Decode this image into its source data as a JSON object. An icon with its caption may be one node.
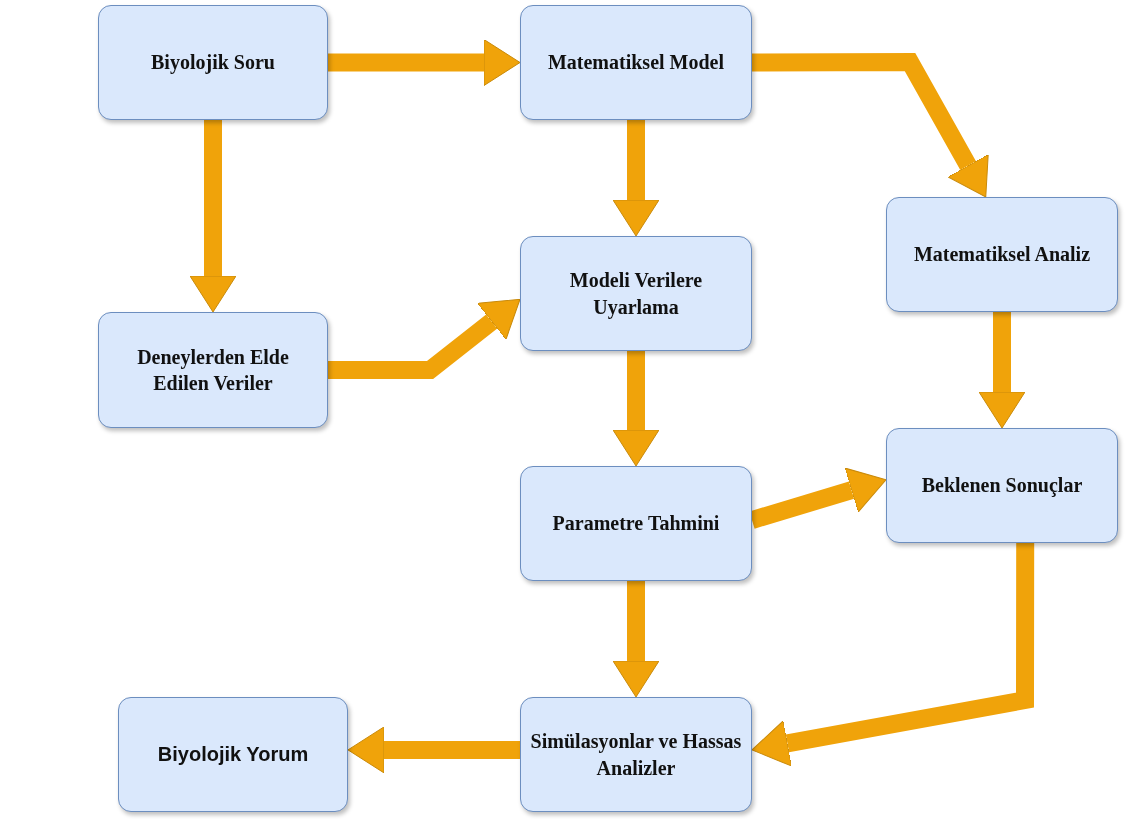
{
  "diagram": {
    "nodes": [
      {
        "text": [
          "Biyolojik Soru"
        ]
      },
      {
        "text": [
          "Matematiksel Model"
        ]
      },
      {
        "text": [
          "Deneylerden Elde Edilen Veriler"
        ]
      },
      {
        "text": [
          "Modeli Verilere Uyarlama"
        ]
      },
      {
        "text": [
          "Matematiksel Analiz"
        ]
      },
      {
        "text": [
          "Parametre Tahmini"
        ]
      },
      {
        "text": [
          "Beklenen Sonuçlar"
        ]
      },
      {
        "text": [
          "Biyolojik Yorum"
        ]
      },
      {
        "text": [
          "Simülasyonlar ve Hassas Analizler"
        ]
      }
    ],
    "edges": [
      {
        "from": 0,
        "to": 1,
        "arrow": "to"
      },
      {
        "from": 0,
        "to": 2,
        "arrow": "to"
      },
      {
        "from": 1,
        "to": 3,
        "arrow": "to"
      },
      {
        "from": 1,
        "to": 4,
        "arrow": "to"
      },
      {
        "from": 2,
        "to": 3,
        "arrow": "to"
      },
      {
        "from": 3,
        "to": 5,
        "arrow": "to"
      },
      {
        "from": 4,
        "to": 6,
        "arrow": "to"
      },
      {
        "from": 5,
        "to": 6,
        "arrow": "to"
      },
      {
        "from": 5,
        "to": 8,
        "arrow": "to"
      },
      {
        "from": 6,
        "to": 8,
        "arrow": "to"
      },
      {
        "from": 8,
        "to": 7,
        "arrow": "to"
      }
    ]
  }
}
